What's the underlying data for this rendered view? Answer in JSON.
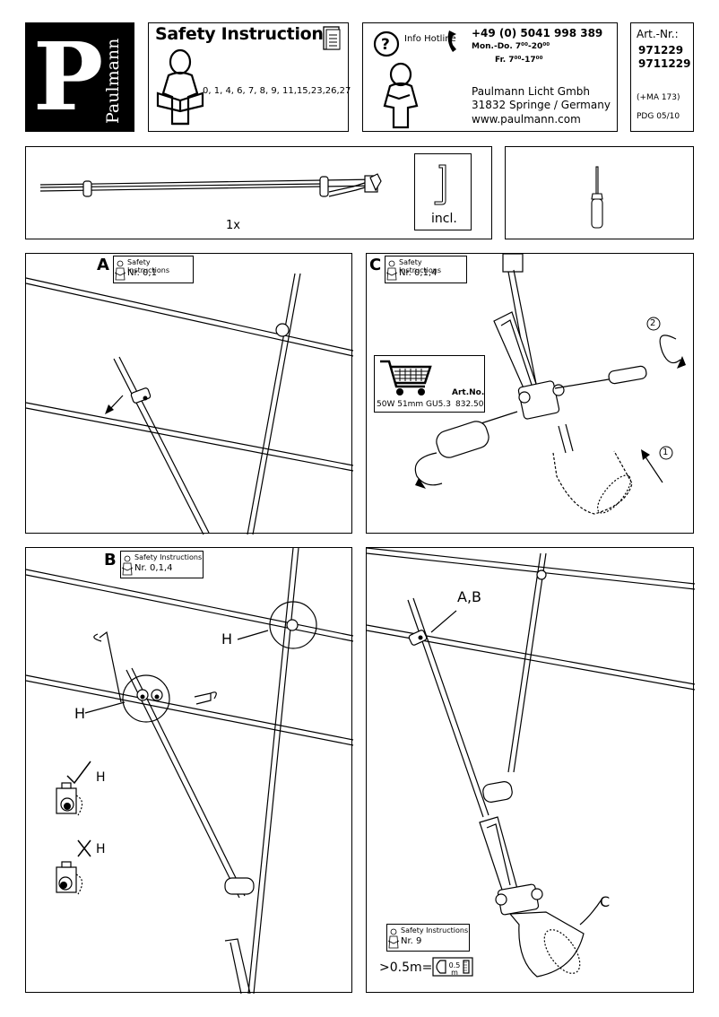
{
  "brand": {
    "logo_letter": "P",
    "logo_text": "Paulmann"
  },
  "safety": {
    "title": "Safety Instructions",
    "numbers": "0, 1, 4, 6, 7, 8, 9, 11,15,23,26,27"
  },
  "hotline": {
    "label": "Info Hotline",
    "phone": "+49 (0) 5041 998 389",
    "hours_weekday": "Mon.-Do. 7⁰⁰-20⁰⁰",
    "hours_friday": "Fr.  7⁰⁰-17⁰⁰",
    "company": "Paulmann Licht Gmbh",
    "address": "31832 Springe / Germany",
    "website": "www.paulmann.com"
  },
  "article": {
    "label": "Art.-Nr.:",
    "numbers": [
      "971229",
      "9711229"
    ],
    "ma": "(+MA 173)",
    "pdg": "PDG 05/10"
  },
  "contents": {
    "quantity": "1x",
    "tool_note": "incl."
  },
  "steps": {
    "a": {
      "letter": "A",
      "si_title": "Safety Instructions",
      "si_nr": "Nr. 0,1"
    },
    "c": {
      "letter": "C",
      "si_title": "Safety Instructions",
      "si_nr": "Nr. 0,1,4",
      "cart_artno_label": "Art.No.",
      "cart_desc": "50W 51mm GU5.3",
      "cart_artno": "832.50",
      "step1": "1",
      "step2": "2"
    },
    "b": {
      "letter": "B",
      "si_title": "Safety Instructions",
      "si_nr": "Nr. 0,1,4",
      "h_label": "H"
    },
    "d": {
      "label_ab": "A,B",
      "label_c": "C",
      "si_title": "Safety Instructions",
      "si_nr": "Nr. 9",
      "distance": ">0.5m=",
      "distance_icon": "0.5 m"
    }
  }
}
